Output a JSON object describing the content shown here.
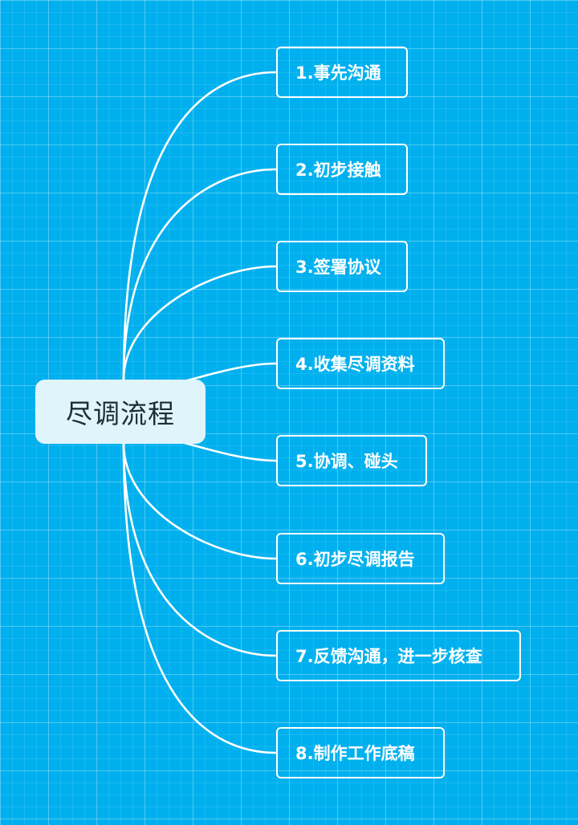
{
  "root": {
    "label": "尽调流程"
  },
  "branches": [
    {
      "label": "1.事先沟通"
    },
    {
      "label": "2.初步接触"
    },
    {
      "label": "3.签署协议"
    },
    {
      "label": "4.收集尽调资料"
    },
    {
      "label": "5.协调、碰头"
    },
    {
      "label": "6.初步尽调报告"
    },
    {
      "label": "7.反馈沟通，进一步核查"
    },
    {
      "label": "8.制作工作底稿"
    }
  ],
  "colors": {
    "background": "#00b0ee",
    "root_fill": "#dff5fb",
    "root_text": "#1f2d33",
    "branch_border": "#ffffff",
    "branch_text": "#ffffff",
    "connector": "#ffffff"
  }
}
